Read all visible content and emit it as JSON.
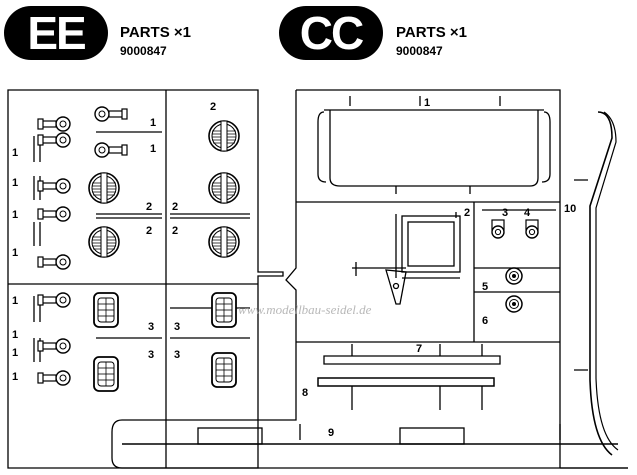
{
  "trees": [
    {
      "code": "EE",
      "parts_label": "PARTS ×1",
      "part_number": "9000847"
    },
    {
      "code": "CC",
      "parts_label": "PARTS ×1",
      "part_number": "9000847"
    }
  ],
  "left_sprue_numbers": {
    "n1a": "1",
    "n1b": "1",
    "n1c": "1",
    "n1d": "1",
    "n1e": "1",
    "n1f": "1",
    "n1g": "1",
    "n1h": "1",
    "n1i": "1",
    "n1j": "1",
    "n2a": "2",
    "n2b": "2",
    "n2c": "2",
    "n2d": "2",
    "n2e": "2",
    "n3a": "3",
    "n3b": "3",
    "n3c": "3",
    "n3d": "3"
  },
  "right_sprue_numbers": {
    "n1": "1",
    "n2": "2",
    "n3": "3",
    "n4": "4",
    "n5": "5",
    "n6": "6",
    "n7": "7",
    "n8": "8",
    "n9": "9",
    "n10": "10"
  },
  "watermark": "www.modellbau-seidel.de"
}
